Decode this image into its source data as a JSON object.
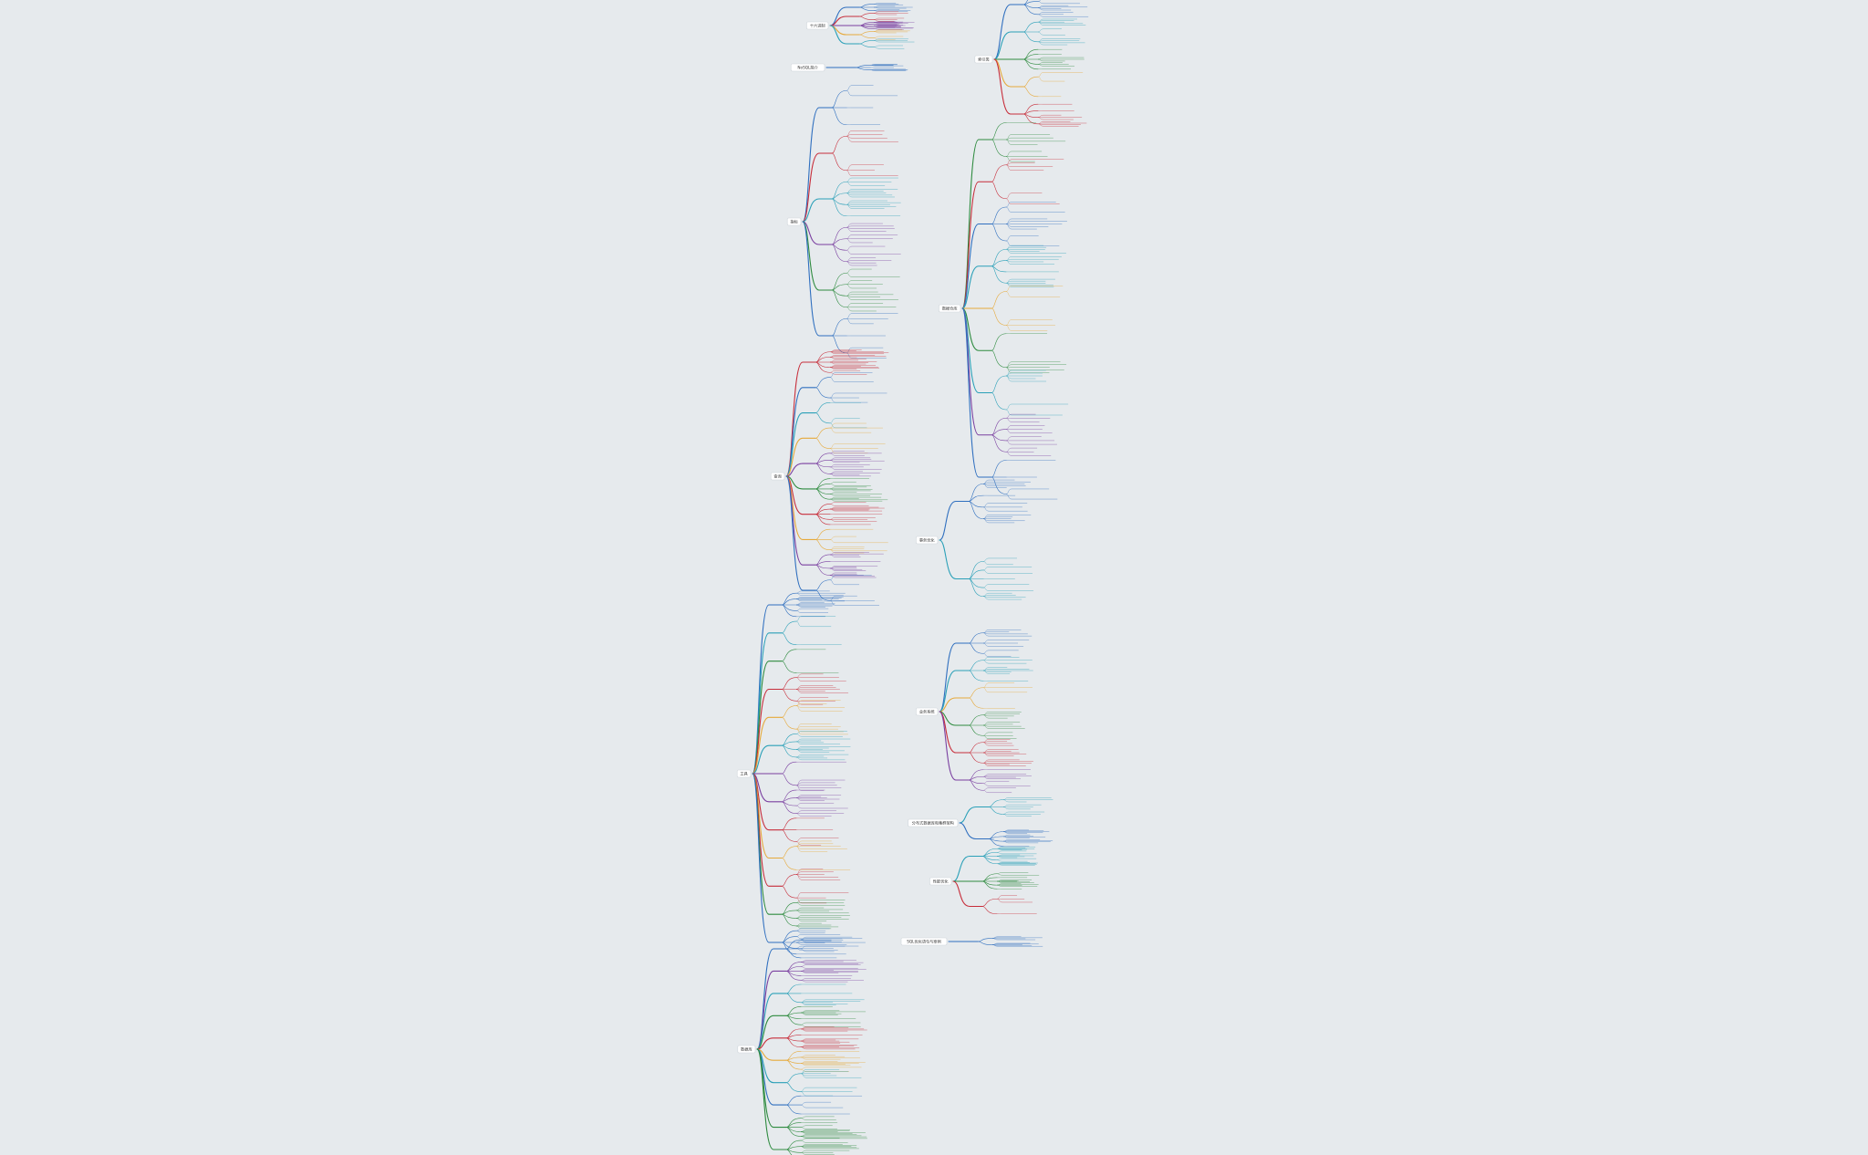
{
  "mindmaps": [
    {
      "title": "十六进制",
      "color_sequence": [
        "#2f6fbf",
        "#c72d3a",
        "#7a3fa0",
        "#e6a93a",
        "#2aa0b8"
      ]
    },
    {
      "title": "NoSQL简介",
      "color_sequence": [
        "#2f6fbf"
      ]
    },
    {
      "title": "索引类",
      "color_sequence": [
        "#2f6fbf",
        "#2aa0b8",
        "#2e8b3f",
        "#e6a93a",
        "#c72d3a"
      ]
    },
    {
      "title": "指标",
      "color_sequence": [
        "#2f6fbf",
        "#c72d3a",
        "#2aa0b8",
        "#7a3fa0",
        "#2e8b3f",
        "#2f6fbf"
      ]
    },
    {
      "title": "数据仓库",
      "color_sequence": [
        "#2e8b3f",
        "#c72d3a",
        "#2f6fbf",
        "#2aa0b8",
        "#e6a93a",
        "#2e8b3f",
        "#2aa0b8",
        "#7a3fa0",
        "#2f6fbf"
      ]
    },
    {
      "title": "查询",
      "color_sequence": [
        "#c72d3a",
        "#2f6fbf",
        "#2aa0b8",
        "#e6a93a",
        "#7a3fa0",
        "#2e8b3f",
        "#c72d3a",
        "#e6a93a",
        "#7a3fa0",
        "#2f6fbf"
      ]
    },
    {
      "title": "事务优化",
      "color_sequence": [
        "#2f6fbf",
        "#2aa0b8"
      ]
    },
    {
      "title": "工具",
      "color_sequence": [
        "#2f6fbf",
        "#2aa0b8",
        "#2e8b3f",
        "#c72d3a",
        "#e6a93a",
        "#2aa0b8",
        "#7a3fa0",
        "#7a3fa0",
        "#c72d3a",
        "#e6a93a",
        "#c72d3a",
        "#2e8b3f",
        "#2f6fbf"
      ]
    },
    {
      "title": "业务系统",
      "color_sequence": [
        "#2f6fbf",
        "#2aa0b8",
        "#e6a93a",
        "#2e8b3f",
        "#c72d3a",
        "#7a3fa0"
      ]
    },
    {
      "title": "分布式数据库和集群架构",
      "color_sequence": [
        "#2aa0b8",
        "#2f6fbf"
      ]
    },
    {
      "title": "性能优化",
      "color_sequence": [
        "#2aa0b8",
        "#2e8b3f",
        "#c72d3a"
      ]
    },
    {
      "title": "SQL优化语句与案例",
      "color_sequence": [
        "#2f6fbf"
      ]
    },
    {
      "title": "数据库",
      "color_sequence": [
        "#2f6fbf",
        "#7a3fa0",
        "#2aa0b8",
        "#2e8b3f",
        "#c72d3a",
        "#e6a93a",
        "#2aa0b8",
        "#2f6fbf",
        "#2e8b3f",
        "#2e8b3f"
      ]
    }
  ]
}
